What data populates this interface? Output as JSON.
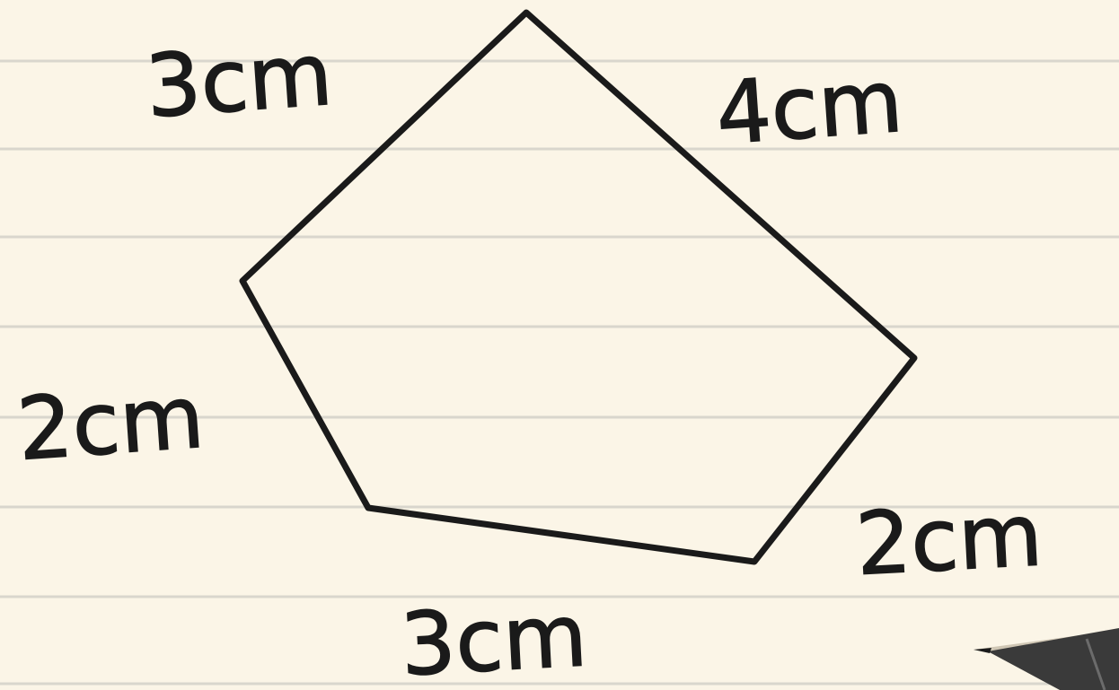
{
  "diagram": {
    "shape": "pentagon",
    "side_labels": {
      "top_left": "3cm",
      "top_right": "4cm",
      "left": "2cm",
      "right": "2cm",
      "bottom": "3cm"
    },
    "colors": {
      "paper": "#fbf5e7",
      "rule_line": "#d9d6cd",
      "ink": "#1a1a1a",
      "pencil_body": "#3a3a3a",
      "pencil_wood": "#cfc6b4"
    },
    "icons": [
      "pencil-tip-icon"
    ]
  }
}
